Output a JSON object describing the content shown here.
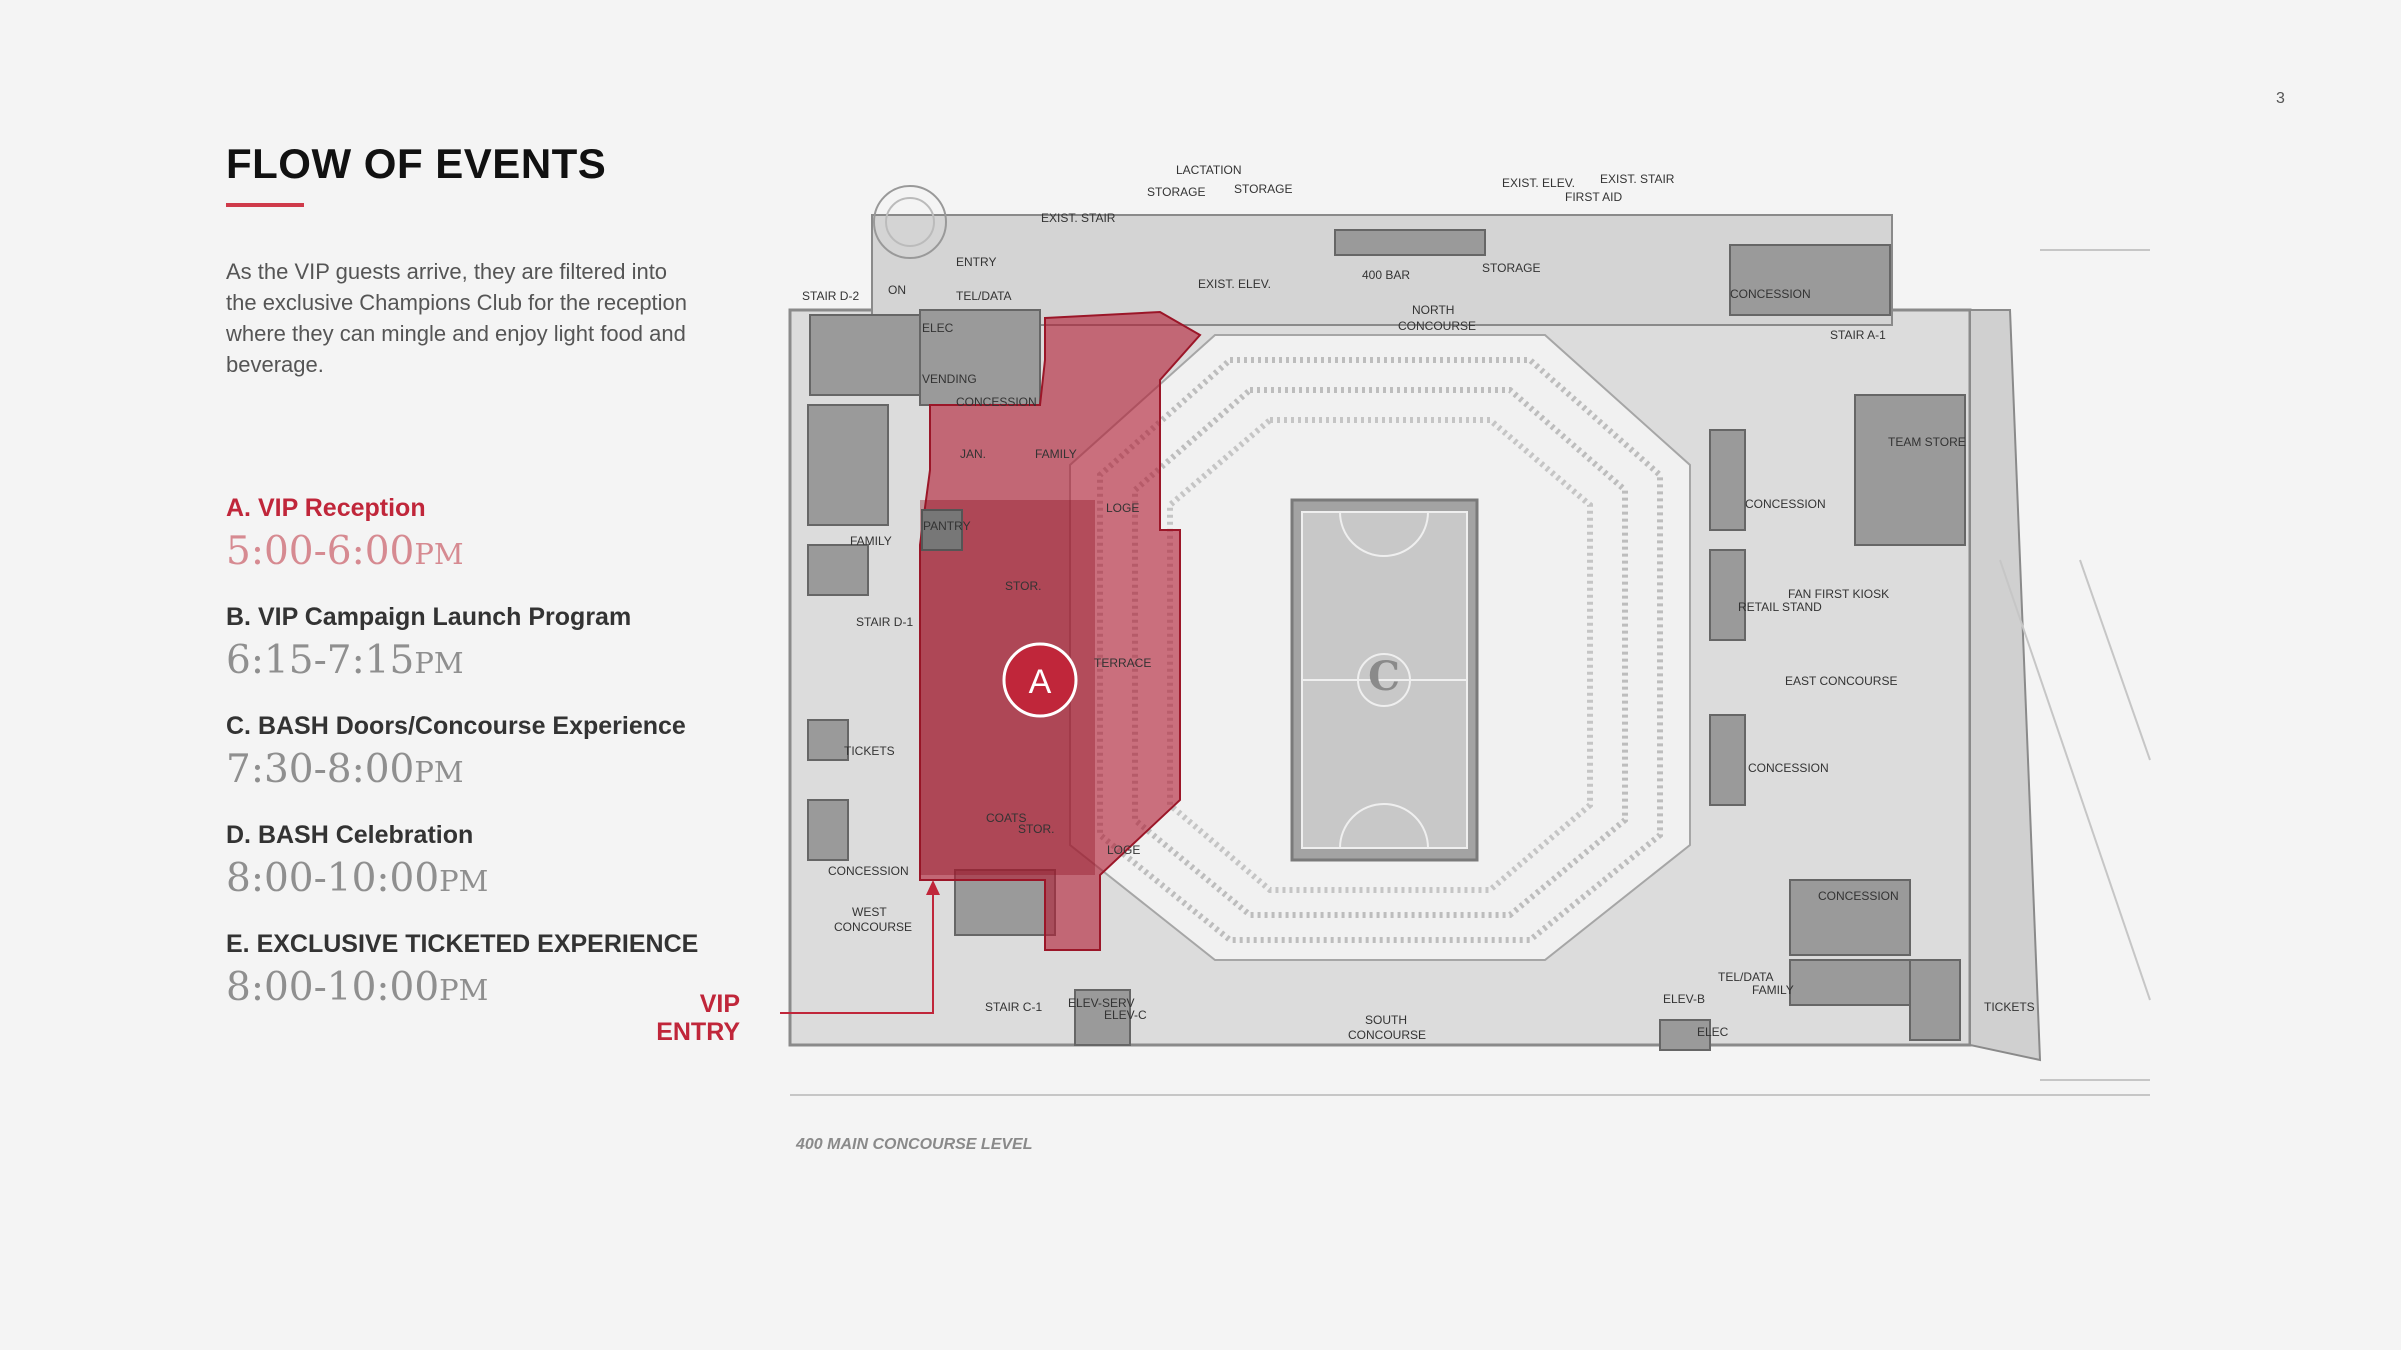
{
  "page": {
    "number": "3",
    "title": "FLOW OF EVENTS",
    "intro": "As the VIP guests arrive, they are filtered into the exclusive Champions Club for the reception where they can mingle and enjoy light food and beverage."
  },
  "events": [
    {
      "label": "A. VIP Reception",
      "time": "5:00-6:00",
      "ampm": "PM",
      "active": true
    },
    {
      "label": "B. VIP Campaign Launch Program",
      "time": "6:15-7:15",
      "ampm": "PM",
      "active": false
    },
    {
      "label": "C. BASH Doors/Concourse Experience",
      "time": "7:30-8:00",
      "ampm": "PM",
      "active": false
    },
    {
      "label": "D. BASH Celebration",
      "time": "8:00-10:00",
      "ampm": "PM",
      "active": false
    },
    {
      "label": "E. EXCLUSIVE TICKETED EXPERIENCE",
      "time": "8:00-10:00",
      "ampm": "PM",
      "active": false
    }
  ],
  "map": {
    "caption": "400 MAIN CONCOURSE LEVEL",
    "vip_entry": {
      "line1": "VIP",
      "line2": "ENTRY"
    },
    "marker": "A",
    "labels": {
      "lactation": "LACTATION",
      "storage_1": "STORAGE",
      "storage_2": "STORAGE",
      "exist_stair_nw": "EXIST. STAIR",
      "exist_elev_ne": "EXIST. ELEV.",
      "exist_stair_ne": "EXIST. STAIR",
      "first_aid": "FIRST AID",
      "entry": "ENTRY",
      "stair_d2": "STAIR D-2",
      "on": "ON",
      "tel_data_nw": "TEL/DATA",
      "exist_elev_n": "EXIST. ELEV.",
      "bar_400": "400 BAR",
      "storage_3": "STORAGE",
      "north_concourse_1": "NORTH",
      "north_concourse_2": "CONCOURSE",
      "concession_ne": "CONCESSION",
      "stair_a1": "STAIR A-1",
      "elec": "ELEC",
      "vending": "VENDING",
      "concession_nw": "CONCESSION",
      "team_store": "TEAM STORE",
      "jan": "JAN.",
      "family_n": "FAMILY",
      "loge_1": "LOGE",
      "pantry": "PANTRY",
      "family_w": "FAMILY",
      "concession_e1": "CONCESSION",
      "stor_1": "STOR.",
      "fan_first_kiosk": "FAN FIRST KIOSK",
      "retail_stand": "RETAIL STAND",
      "stair_d1": "STAIR D-1",
      "terrace": "TERRACE",
      "east_concourse": "EAST CONCOURSE",
      "tickets_w": "TICKETS",
      "concession_e2": "CONCESSION",
      "coats": "COATS",
      "stor_2": "STOR.",
      "loge_2": "LOGE",
      "concession_w": "CONCESSION",
      "concession_se": "CONCESSION",
      "west_concourse_1": "WEST",
      "west_concourse_2": "CONCOURSE",
      "tel_data_se": "TEL/DATA",
      "family_se": "FAMILY",
      "stair_c1": "STAIR C-1",
      "elev_serv": "ELEV-SERV",
      "elev_c": "ELEV-C",
      "elev_b": "ELEV-B",
      "elec_s": "ELEC",
      "south_concourse_1": "SOUTH",
      "south_concourse_2": "CONCOURSE",
      "tickets_e": "TICKETS"
    }
  },
  "colors": {
    "accent": "#c0263a",
    "highlight": "#b21f35",
    "background": "#f4f4f4"
  }
}
